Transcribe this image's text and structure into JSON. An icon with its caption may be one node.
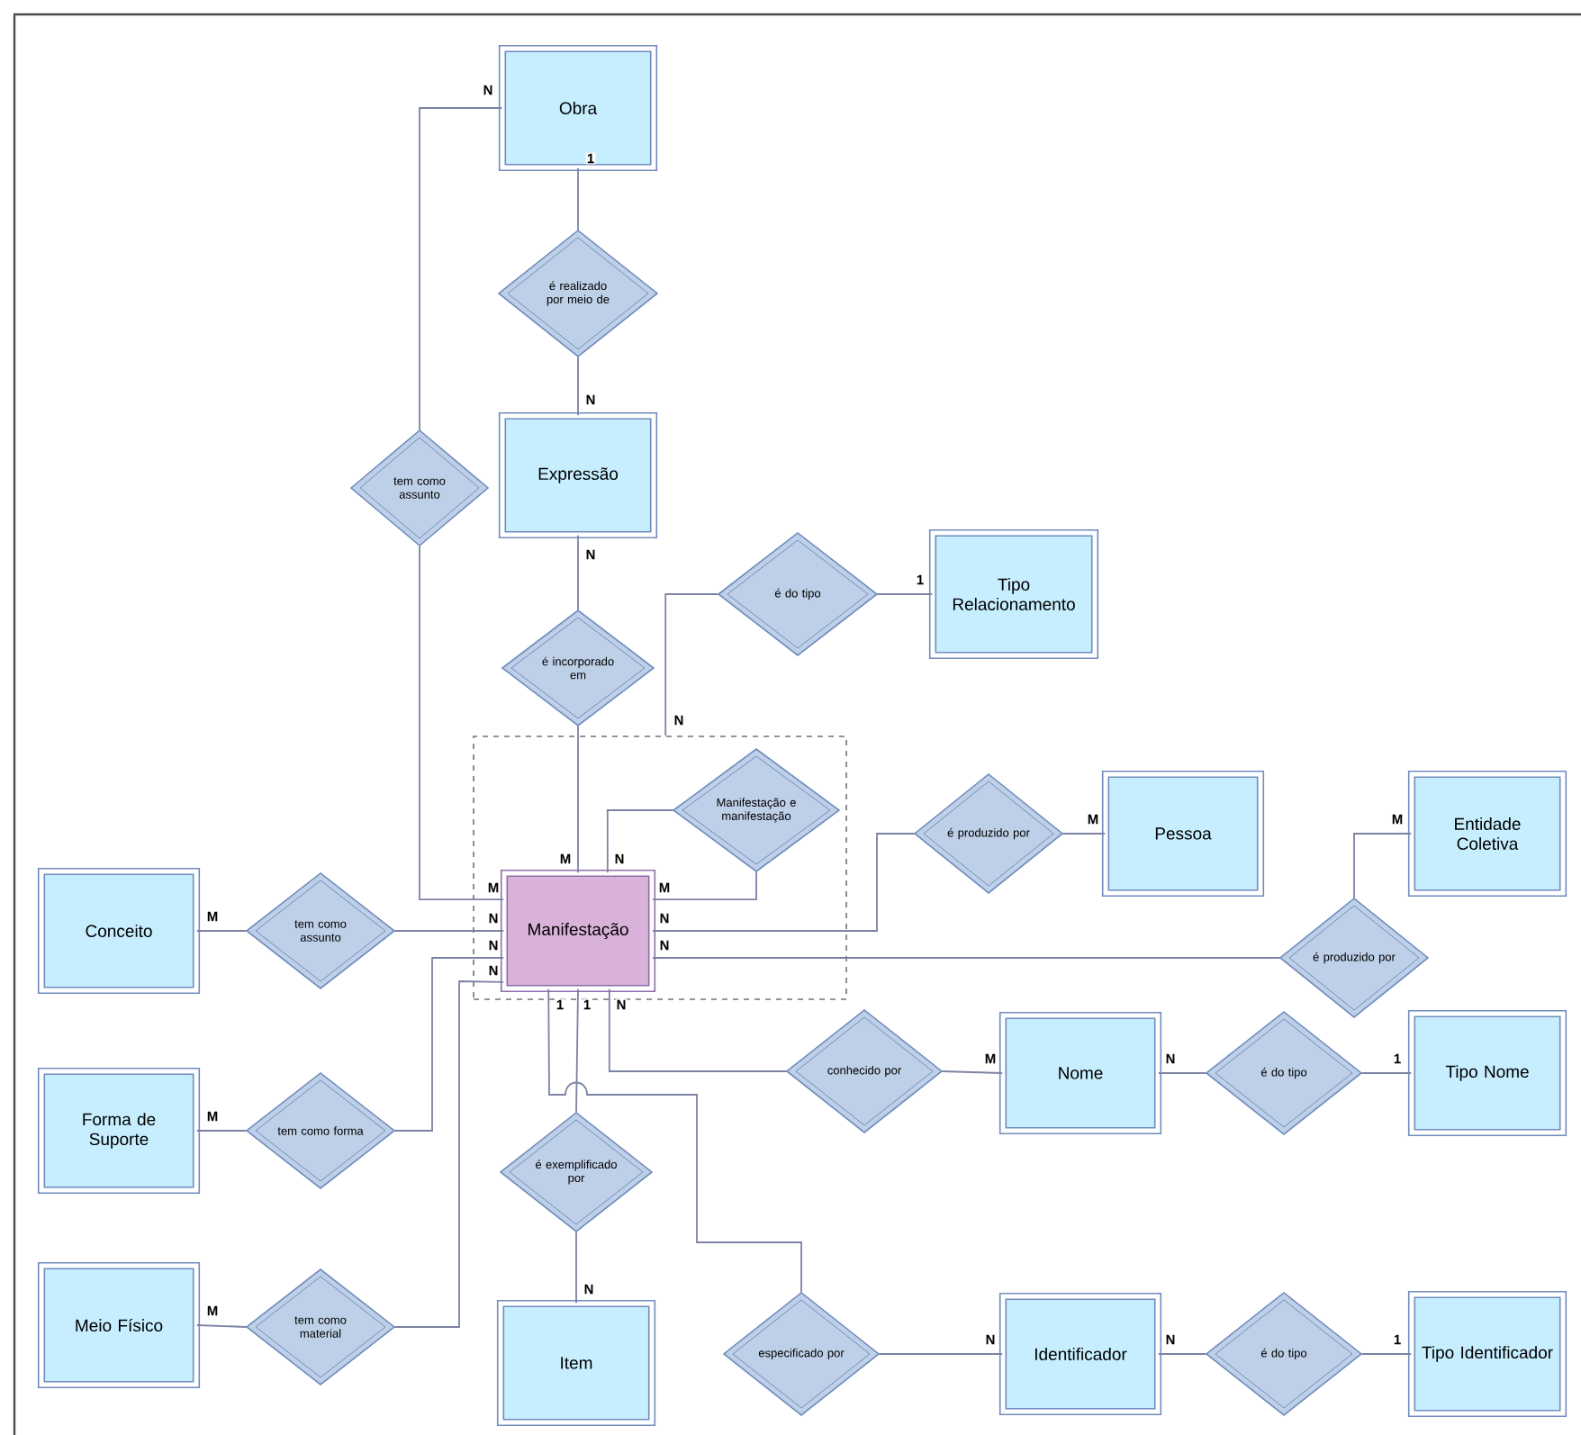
{
  "diagram": {
    "nodes": [
      {
        "text": [
          "Obra"
        ]
      },
      {
        "text": [
          "é realizado por meio de"
        ]
      },
      {
        "text": [
          "Expressão"
        ]
      },
      {
        "text": [
          "tem como assunto"
        ]
      },
      {
        "text": [
          "é incorporado em"
        ]
      },
      {
        "text": [
          "é do tipo"
        ]
      },
      {
        "text": [
          "Tipo Relacionamento"
        ]
      },
      {
        "text": [],
        "shape": "box"
      },
      {
        "text": [
          "Manifestação"
        ],
        "in": 7
      },
      {
        "text": [
          "Manifestação e manifestação"
        ],
        "in": 7
      },
      {
        "text": [
          "é produzido por"
        ]
      },
      {
        "text": [
          "Pessoa"
        ]
      },
      {
        "text": [
          "Entidade Coletiva"
        ]
      },
      {
        "text": [
          "é produzido por"
        ]
      },
      {
        "text": [
          "Conceito"
        ]
      },
      {
        "text": [
          "tem como assunto"
        ]
      },
      {
        "text": [
          "Forma de Suporte"
        ]
      },
      {
        "text": [
          "tem como forma"
        ]
      },
      {
        "text": [
          "Meio Físico"
        ]
      },
      {
        "text": [
          "tem como material"
        ]
      },
      {
        "text": [
          "conhecido por"
        ]
      },
      {
        "text": [
          "Nome"
        ]
      },
      {
        "text": [
          "é do tipo"
        ]
      },
      {
        "text": [
          "Tipo Nome"
        ]
      },
      {
        "text": [
          "é exemplificado por"
        ]
      },
      {
        "text": [
          "Item"
        ]
      },
      {
        "text": [
          "especificado por"
        ]
      },
      {
        "text": [
          "Identificador"
        ]
      },
      {
        "text": [
          "é do tipo"
        ]
      },
      {
        "text": [
          "Tipo Identificador"
        ]
      }
    ],
    "edges": [
      {
        "from": 0,
        "to": 1,
        "arrow": "none",
        "label": "1"
      },
      {
        "from": 1,
        "to": 2,
        "arrow": "none",
        "label": "N"
      },
      {
        "from": 0,
        "to": 3,
        "arrow": "none",
        "label": "N"
      },
      {
        "from": 3,
        "to": 8,
        "arrow": "none",
        "label": "M"
      },
      {
        "from": 2,
        "to": 4,
        "arrow": "none",
        "label": "N"
      },
      {
        "from": 4,
        "to": 8,
        "arrow": "none",
        "label": "M"
      },
      {
        "from": 6,
        "to": 5,
        "arrow": "none",
        "label": "1"
      },
      {
        "from": 5,
        "to": 7,
        "arrow": "none",
        "label": "N"
      },
      {
        "from": 9,
        "to": 8,
        "arrow": "none",
        "label": "N"
      },
      {
        "from": 9,
        "to": 8,
        "arrow": "none",
        "label": "M"
      },
      {
        "from": 11,
        "to": 10,
        "arrow": "none",
        "label": "M"
      },
      {
        "from": 10,
        "to": 8,
        "arrow": "none",
        "label": "N"
      },
      {
        "from": 12,
        "to": 13,
        "arrow": "none",
        "label": "M"
      },
      {
        "from": 13,
        "to": 8,
        "arrow": "none",
        "label": "N"
      },
      {
        "from": 14,
        "to": 15,
        "arrow": "none",
        "label": "M"
      },
      {
        "from": 15,
        "to": 8,
        "arrow": "none",
        "label": "N"
      },
      {
        "from": 16,
        "to": 17,
        "arrow": "none",
        "label": "M"
      },
      {
        "from": 17,
        "to": 8,
        "arrow": "none",
        "label": "N"
      },
      {
        "from": 18,
        "to": 19,
        "arrow": "none",
        "label": "M"
      },
      {
        "from": 19,
        "to": 8,
        "arrow": "none",
        "label": "N"
      },
      {
        "from": 8,
        "to": 20,
        "arrow": "none",
        "label": "N"
      },
      {
        "from": 20,
        "to": 21,
        "arrow": "none",
        "label": "M"
      },
      {
        "from": 21,
        "to": 22,
        "arrow": "none",
        "label": "N"
      },
      {
        "from": 22,
        "to": 23,
        "arrow": "none",
        "label": "1"
      },
      {
        "from": 8,
        "to": 24,
        "arrow": "none",
        "label": "1"
      },
      {
        "from": 24,
        "to": 25,
        "arrow": "none",
        "label": "N"
      },
      {
        "from": 8,
        "to": 26,
        "arrow": "none",
        "label": "1"
      },
      {
        "from": 26,
        "to": 27,
        "arrow": "none",
        "label": "N"
      },
      {
        "from": 27,
        "to": 28,
        "arrow": "none",
        "label": "N"
      },
      {
        "from": 28,
        "to": 29,
        "arrow": "none",
        "label": "1"
      }
    ]
  }
}
